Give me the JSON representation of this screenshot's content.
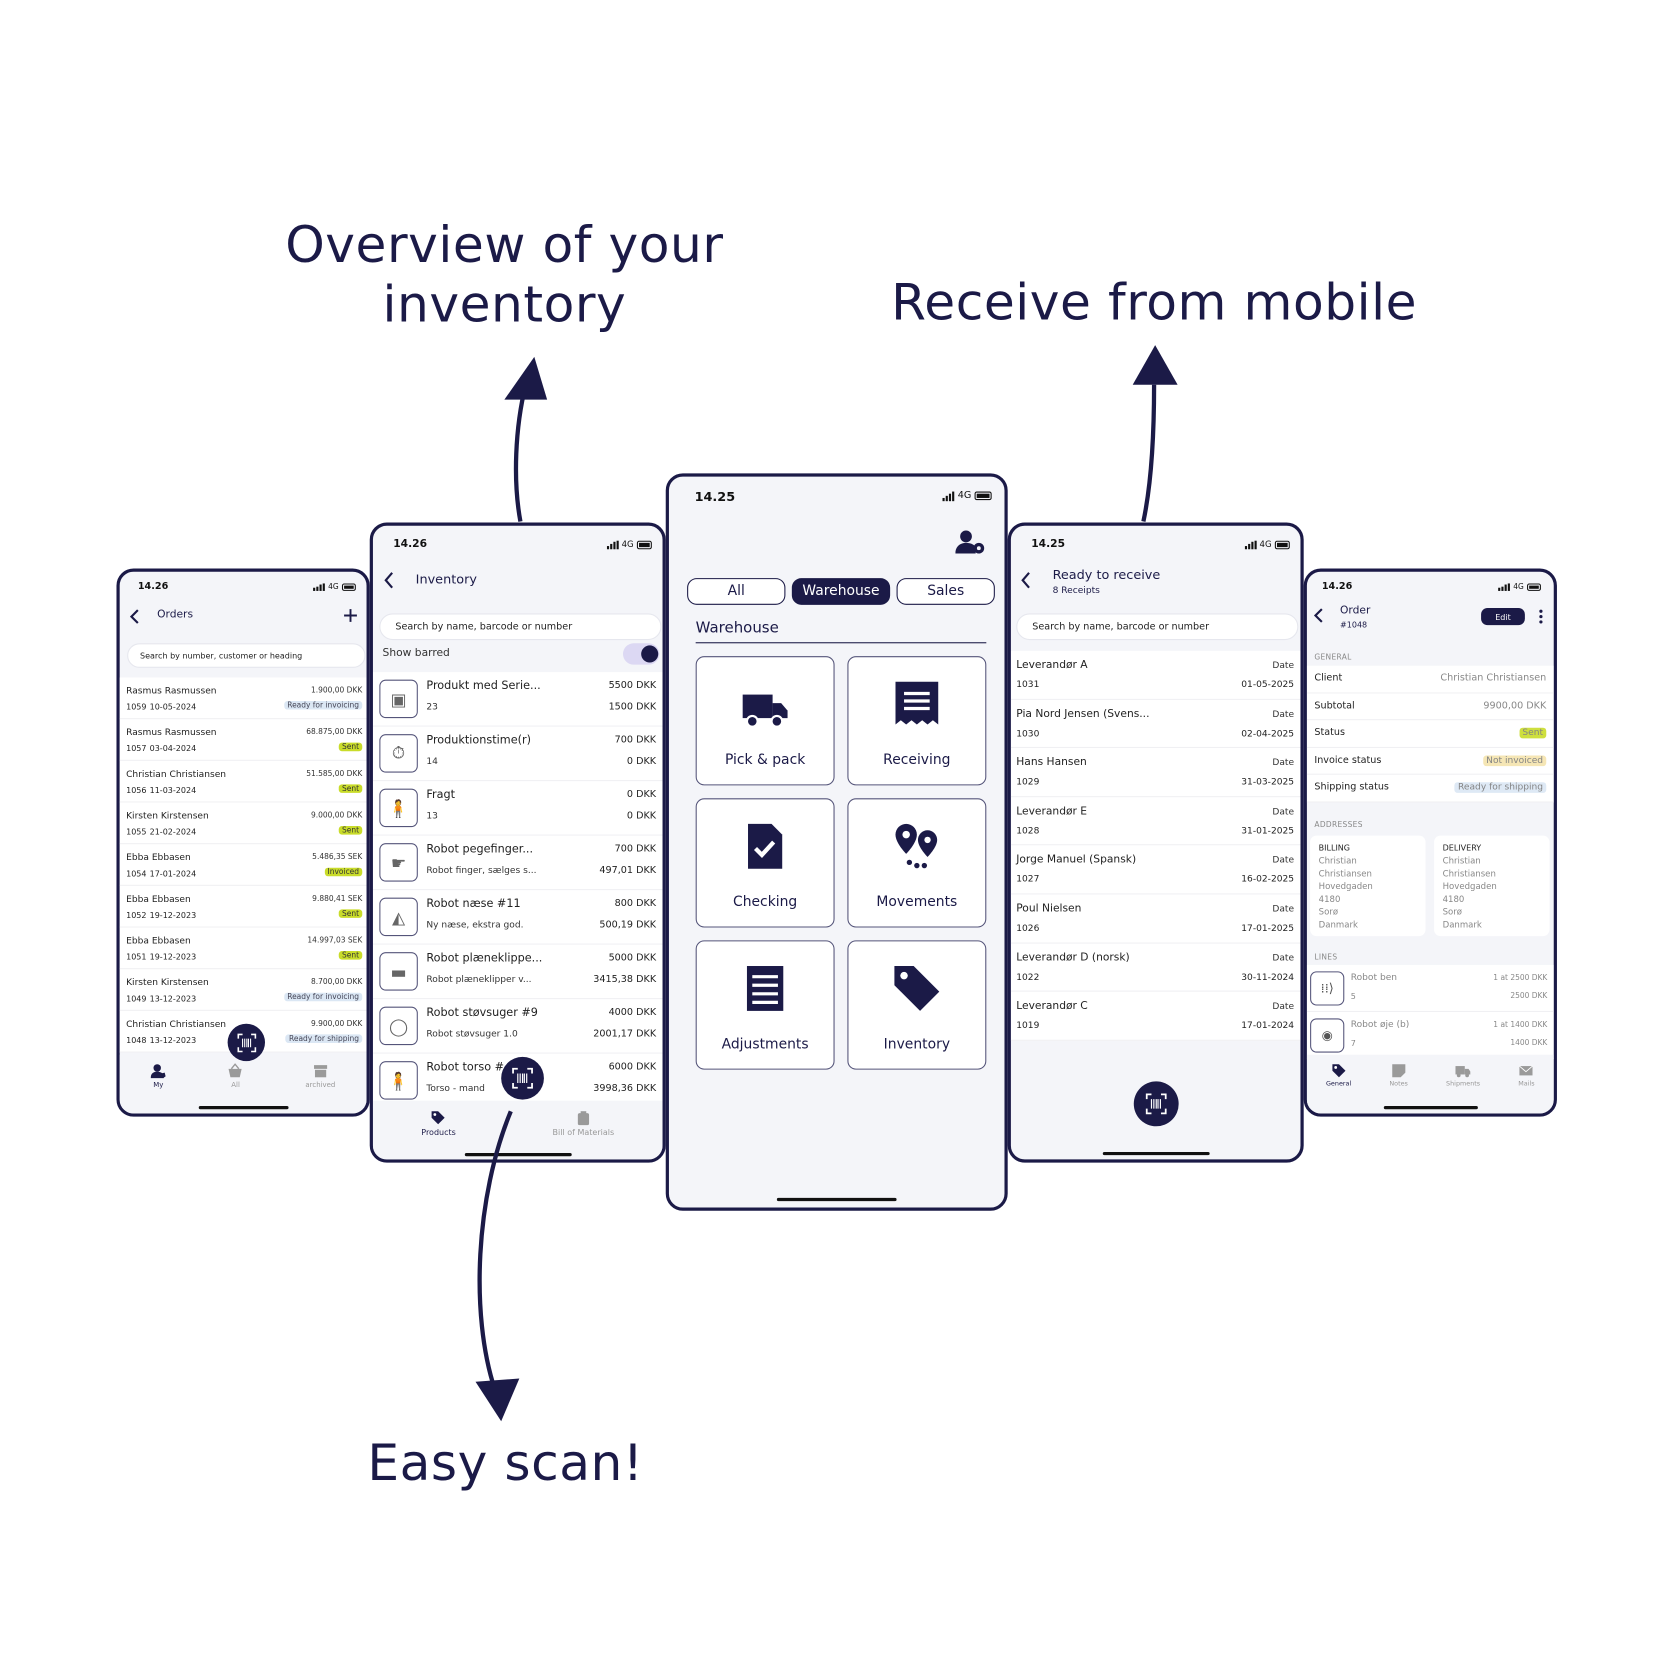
{
  "headlines": {
    "overview": "Overview of your inventory",
    "receive": "Receive from mobile",
    "scan": "Easy scan!"
  },
  "colors": {
    "navy": "#1b1a47",
    "background": "#f4f5f9",
    "sent": "#c9dc2a",
    "ready": "#dbe7f4",
    "not_invoiced": "#f5e4ad"
  },
  "orders_screen": {
    "time": "14.26",
    "network": "4G",
    "title": "Orders",
    "search_placeholder": "Search by number, customer or heading",
    "rows": [
      {
        "customer": "Rasmus Rasmussen",
        "number": "1059",
        "date": "10-05-2024",
        "amount": "1.900,00 DKK",
        "status": "Ready for invoicing",
        "tone": "blue"
      },
      {
        "customer": "Rasmus Rasmussen",
        "number": "1057",
        "date": "03-04-2024",
        "amount": "68.875,00 DKK",
        "status": "Sent",
        "tone": "green"
      },
      {
        "customer": "Christian Christiansen",
        "number": "1056",
        "date": "11-03-2024",
        "amount": "51.585,00 DKK",
        "status": "Sent",
        "tone": "green"
      },
      {
        "customer": "Kirsten Kirstensen",
        "number": "1055",
        "date": "21-02-2024",
        "amount": "9.000,00 DKK",
        "status": "Sent",
        "tone": "green"
      },
      {
        "customer": "Ebba Ebbasen",
        "number": "1054",
        "date": "17-01-2024",
        "amount": "5.486,35 SEK",
        "status": "Invoiced",
        "tone": "green"
      },
      {
        "customer": "Ebba Ebbasen",
        "number": "1052",
        "date": "19-12-2023",
        "amount": "9.880,41 SEK",
        "status": "Sent",
        "tone": "green"
      },
      {
        "customer": "Ebba Ebbasen",
        "number": "1051",
        "date": "19-12-2023",
        "amount": "14.997,03 SEK",
        "status": "Sent",
        "tone": "green"
      },
      {
        "customer": "Kirsten Kirstensen",
        "number": "1049",
        "date": "13-12-2023",
        "amount": "8.700,00 DKK",
        "status": "Ready for invoicing",
        "tone": "blue"
      },
      {
        "customer": "Christian Christiansen",
        "number": "1048",
        "date": "13-12-2023",
        "amount": "9.900,00 DKK",
        "status": "Ready for shipping",
        "tone": "blue"
      }
    ],
    "nav": [
      {
        "label": "My",
        "icon": "user-tag-icon",
        "active": true
      },
      {
        "label": "All",
        "icon": "basket-icon"
      },
      {
        "label": "archived",
        "icon": "archive-icon"
      }
    ]
  },
  "inventory_screen": {
    "time": "14.26",
    "network": "4G",
    "title": "Inventory",
    "search_placeholder": "Search by name, barcode or number",
    "show_barred_label": "Show barred",
    "show_barred": true,
    "rows": [
      {
        "name": "Produkt med Serie...",
        "sub": "23",
        "price": "5500 DKK",
        "cost": "1500 DKK"
      },
      {
        "name": "Produktionstime(r)",
        "sub": "14",
        "price": "700 DKK",
        "cost": "0 DKK"
      },
      {
        "name": "Fragt",
        "sub": "13",
        "price": "0 DKK",
        "cost": "0 DKK"
      },
      {
        "name": "Robot pegefinger...",
        "sub": "Robot finger, sælges s...",
        "price": "700 DKK",
        "cost": "497,01 DKK"
      },
      {
        "name": "Robot næse #11",
        "sub": "Ny næse, ekstra god.",
        "price": "800 DKK",
        "cost": "500,19 DKK"
      },
      {
        "name": "Robot plæneklippe...",
        "sub": "Robot plæneklipper v...",
        "price": "5000 DKK",
        "cost": "3415,38 DKK"
      },
      {
        "name": "Robot støvsuger #9",
        "sub": "Robot støvsuger 1.0",
        "price": "4000 DKK",
        "cost": "2001,17 DKK"
      },
      {
        "name": "Robot torso #",
        "sub": "Torso - mand",
        "price": "6000 DKK",
        "cost": "3998,36 DKK"
      }
    ],
    "nav": [
      {
        "label": "Products",
        "icon": "tag-icon",
        "active": true
      },
      {
        "label": "Bill of Materials",
        "icon": "clipboard-icon"
      }
    ]
  },
  "home_screen": {
    "time": "14.25",
    "network": "4G",
    "tabs": [
      {
        "label": "All"
      },
      {
        "label": "Warehouse",
        "active": true
      },
      {
        "label": "Sales"
      }
    ],
    "section": "Warehouse",
    "tiles": [
      {
        "label": "Pick & pack",
        "icon": "truck-icon"
      },
      {
        "label": "Receiving",
        "icon": "receipt-icon"
      },
      {
        "label": "Checking",
        "icon": "document-check-icon"
      },
      {
        "label": "Movements",
        "icon": "map-pins-icon"
      },
      {
        "label": "Adjustments",
        "icon": "list-document-icon"
      },
      {
        "label": "Inventory",
        "icon": "tag-icon"
      }
    ]
  },
  "receive_screen": {
    "time": "14.25",
    "network": "4G",
    "title": "Ready to receive",
    "subtitle": "8 Receipts",
    "search_placeholder": "Search by name, barcode or number",
    "rows": [
      {
        "supplier": "Leverandør A",
        "number": "1031",
        "date_label": "Date",
        "date": "01-05-2025"
      },
      {
        "supplier": "Pia Nord Jensen (Svens...",
        "number": "1030",
        "date_label": "Date",
        "date": "02-04-2025"
      },
      {
        "supplier": "Hans Hansen",
        "number": "1029",
        "date_label": "Date",
        "date": "31-03-2025"
      },
      {
        "supplier": "Leverandør E",
        "number": "1028",
        "date_label": "Date",
        "date": "31-01-2025"
      },
      {
        "supplier": "Jorge Manuel  (Spansk)",
        "number": "1027",
        "date_label": "Date",
        "date": "16-02-2025"
      },
      {
        "supplier": "Poul Nielsen",
        "number": "1026",
        "date_label": "Date",
        "date": "17-01-2025"
      },
      {
        "supplier": "Leverandør D (norsk)",
        "number": "1022",
        "date_label": "Date",
        "date": "30-11-2024"
      },
      {
        "supplier": "Leverandør C",
        "number": "1019",
        "date_label": "Date",
        "date": "17-01-2024"
      }
    ]
  },
  "order_screen": {
    "time": "14.26",
    "network": "4G",
    "title": "Order",
    "number": "#1048",
    "edit_label": "Edit",
    "general_label": "GENERAL",
    "fields": [
      {
        "label": "Client",
        "value": "Christian Christiansen"
      },
      {
        "label": "Subtotal",
        "value": "9900,00 DKK"
      },
      {
        "label": "Status",
        "value": "Sent",
        "tone": "green"
      },
      {
        "label": "Invoice status",
        "value": "Not invoiced",
        "tone": "yellow"
      },
      {
        "label": "Shipping status",
        "value": "Ready for shipping",
        "tone": "blue"
      }
    ],
    "addresses_label": "ADDRESSES",
    "billing": {
      "heading": "BILLING",
      "lines": [
        "Christian",
        "Christiansen",
        "Hovedgaden",
        "4180",
        "Sorø",
        "Danmark"
      ]
    },
    "delivery": {
      "heading": "DELIVERY",
      "lines": [
        "Christian",
        "Christiansen",
        "Hovedgaden",
        "4180",
        "Sorø",
        "Danmark"
      ]
    },
    "lines_label": "LINES",
    "lines": [
      {
        "name": "Robot ben",
        "sub": "5",
        "unit": "1 at 2500 DKK",
        "total": "2500 DKK"
      },
      {
        "name": "Robot øje (b)",
        "sub": "7",
        "unit": "1 at 1400 DKK",
        "total": "1400 DKK"
      }
    ],
    "nav": [
      {
        "label": "General",
        "icon": "tag-icon",
        "active": true
      },
      {
        "label": "Notes",
        "icon": "note-icon"
      },
      {
        "label": "Shipments",
        "icon": "truck-icon"
      },
      {
        "label": "Mails",
        "icon": "mail-icon"
      }
    ]
  }
}
